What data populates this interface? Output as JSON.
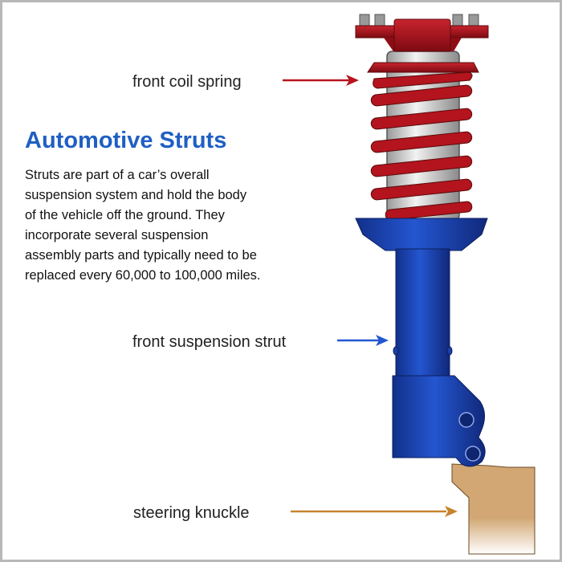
{
  "title": "Automotive Struts",
  "description_lines": [
    "Struts are part of a car’s overall",
    "suspension system and hold the body",
    "of the vehicle off the ground. They",
    "incorporate several suspension",
    "assembly parts and typically need to be",
    "replaced every 60,000 to 100,000 miles."
  ],
  "labels": {
    "coil_spring": "front coil spring",
    "strut": "front suspension strut",
    "knuckle": "steering knuckle"
  },
  "colors": {
    "spring": "#a3101a",
    "strut": "#1a3fa8",
    "knuckle": "#d2a774",
    "title": "#1f5fc4"
  }
}
